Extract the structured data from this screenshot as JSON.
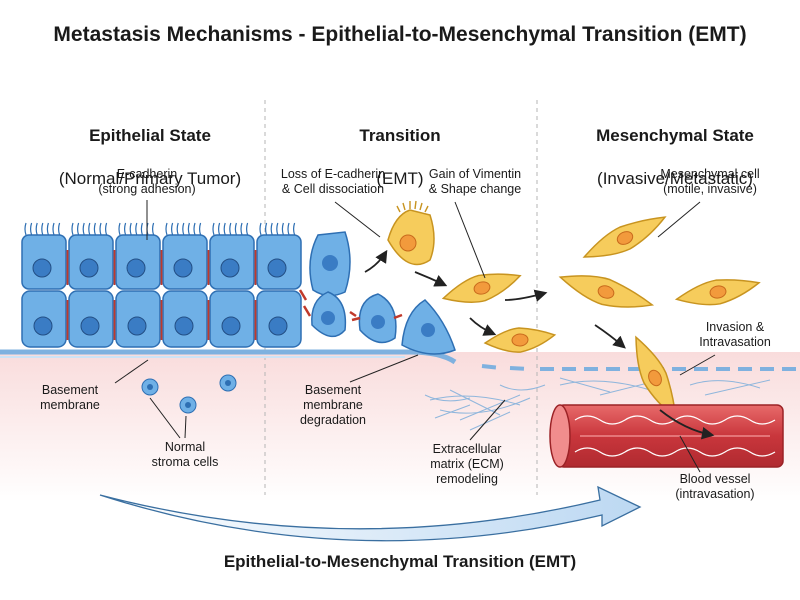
{
  "title": "Metastasis Mechanisms - Epithelial-to-Mesenchymal Transition (EMT)",
  "columns": [
    {
      "heading": "Epithelial State",
      "subheading": "(Normal/Primary Tumor)"
    },
    {
      "heading": "Transition",
      "subheading": "(EMT)"
    },
    {
      "heading": "Mesenchymal State",
      "subheading": "(Invasive/Metastatic)"
    }
  ],
  "labels": {
    "ecadherin": "E-cadherin\n(strong adhesion)",
    "loss": "Loss of E-cadherin\n& Cell dissociation",
    "gain": "Gain of Vimentin\n& Shape change",
    "mesenchymal_cell": "Mesenchymal cell\n(motile, invasive)",
    "invasion": "Invasion &\nIntravasation",
    "basement_membrane": "Basement\nmembrane",
    "stroma": "Normal\nstroma cells",
    "bm_degradation": "Basement\nmembrane\ndegradation",
    "ecm": "Extracellular\nmatrix (ECM)\nremodeling",
    "vessel": "Blood vessel\n(intravasation)"
  },
  "bottom_label": "Epithelial-to-Mesenchymal Transition (EMT)",
  "colors": {
    "epithelial_fill": "#6fb0e6",
    "epithelial_stroke": "#2e6fb3",
    "nucleus": "#3a7cc4",
    "mesenchymal_fill": "#f6cc5c",
    "mesenchymal_stroke": "#c89420",
    "mesenchymal_nucleus": "#f29a3c",
    "membrane": "#9ec7ec",
    "stroma": "#f7d6d6",
    "vessel": "#d8454a",
    "junction": "#c0392b",
    "arrow": "#222222",
    "big_arrow": "#cfe3f6"
  }
}
